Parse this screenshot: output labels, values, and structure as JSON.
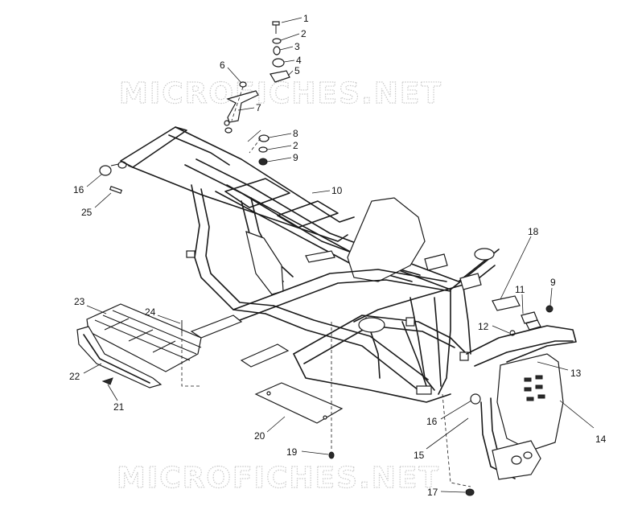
{
  "watermark": "MICROFICHES.NET",
  "callouts": [
    {
      "id": "c1",
      "text": "1"
    },
    {
      "id": "c2a",
      "text": "2"
    },
    {
      "id": "c3",
      "text": "3"
    },
    {
      "id": "c4",
      "text": "4"
    },
    {
      "id": "c5",
      "text": "5"
    },
    {
      "id": "c6",
      "text": "6"
    },
    {
      "id": "c7",
      "text": "7"
    },
    {
      "id": "c8",
      "text": "8"
    },
    {
      "id": "c2b",
      "text": "2"
    },
    {
      "id": "c9a",
      "text": "9"
    },
    {
      "id": "c10",
      "text": "10"
    },
    {
      "id": "c16a",
      "text": "16"
    },
    {
      "id": "c25",
      "text": "25"
    },
    {
      "id": "c18",
      "text": "18"
    },
    {
      "id": "c11",
      "text": "11"
    },
    {
      "id": "c9b",
      "text": "9"
    },
    {
      "id": "c12",
      "text": "12"
    },
    {
      "id": "c23",
      "text": "23"
    },
    {
      "id": "c24",
      "text": "24"
    },
    {
      "id": "c13",
      "text": "13"
    },
    {
      "id": "c22",
      "text": "22"
    },
    {
      "id": "c21",
      "text": "21"
    },
    {
      "id": "c16b",
      "text": "16"
    },
    {
      "id": "c14",
      "text": "14"
    },
    {
      "id": "c20",
      "text": "20"
    },
    {
      "id": "c15",
      "text": "15"
    },
    {
      "id": "c19",
      "text": "19"
    },
    {
      "id": "c17",
      "text": "17"
    }
  ]
}
